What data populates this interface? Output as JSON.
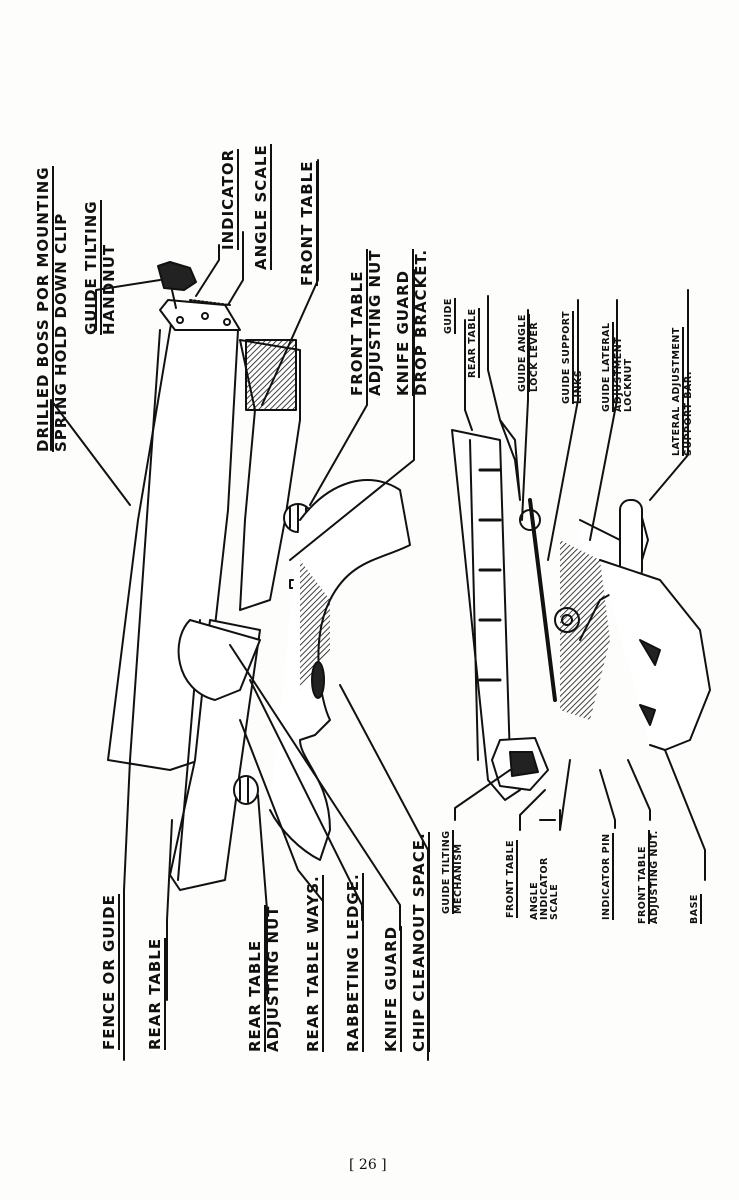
{
  "page": {
    "folio": "[ 26 ]"
  },
  "top_labels": {
    "drilled_boss": [
      "DRILLED BOSS POR MOUNTING",
      "SPRING HOLD DOWN CLIP"
    ],
    "guide_tilting_handnut": [
      "GUIDE TILTING",
      "HANDNUT"
    ],
    "indicator": [
      "INDICATOR"
    ],
    "angle_scale": [
      "ANGLE SCALE"
    ],
    "front_table": [
      "FRONT TABLE"
    ],
    "front_table_adjusting_nut": [
      "FRONT TABLE",
      "ADJUSTING NUT"
    ],
    "knife_guard_drop_bracket": [
      "KNIFE GUARD",
      "DROP BRACKET."
    ]
  },
  "bottom_labels": {
    "fence_or_guide": [
      "FENCE OR GUIDE"
    ],
    "rear_table": [
      "REAR TABLE"
    ],
    "rear_table_adjusting_nut": [
      "REAR TABLE",
      "ADJUSTING NUT"
    ],
    "rear_table_ways": [
      "REAR TABLE WAYS."
    ],
    "rabbeting_ledge": [
      "RABBETING LEDGE."
    ],
    "knife_guard": [
      "KNIFE GUARD"
    ],
    "chip_cleanout_space": [
      "CHIP CLEANOUT SPACE."
    ]
  },
  "right_top_labels": {
    "guide": [
      "GUIDE"
    ],
    "rear_table": [
      "REAR TABLE"
    ],
    "guide_angle_lock_lever": [
      "GUIDE ANGLE",
      "LOCK LEVER"
    ],
    "guide_support_links": [
      "GUIDE SUPPORT",
      "LINKS"
    ],
    "guide_lateral_adjustment_locknut": [
      "GUIDE LATERAL",
      "ADJUSTMENT",
      "LOCKNUT"
    ],
    "lateral_adjustment_support_bar": [
      "LATERAL ADJUSTMENT",
      "SUPPORT BAR."
    ]
  },
  "right_bottom_labels": {
    "guide_tilting_mechanism": [
      "GUIDE TILTING",
      "MECHANISM"
    ],
    "front_table": [
      "FRONT TABLE"
    ],
    "angle_indicator_scale": [
      "ANGLE",
      "INDICATOR",
      "SCALE"
    ],
    "indicator_pin": [
      "INDICATOR PIN"
    ],
    "front_table_adjusting_nut": [
      "FRONT TABLE",
      "ADJUSTING NUT."
    ],
    "base": [
      "BASE"
    ]
  }
}
